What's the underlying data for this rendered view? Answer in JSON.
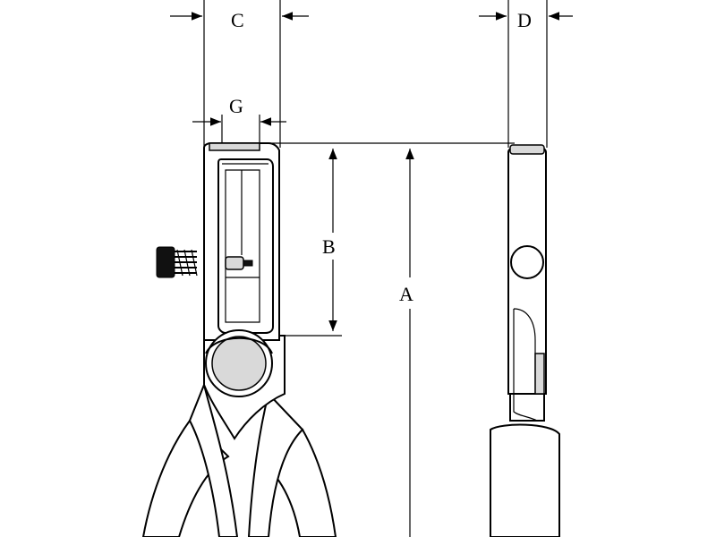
{
  "dimension_labels": {
    "a": "A",
    "b": "B",
    "c": "C",
    "d": "D",
    "g": "G"
  },
  "colors": {
    "line": "#000000",
    "background": "#ffffff",
    "shading": "#d9d9d9"
  }
}
